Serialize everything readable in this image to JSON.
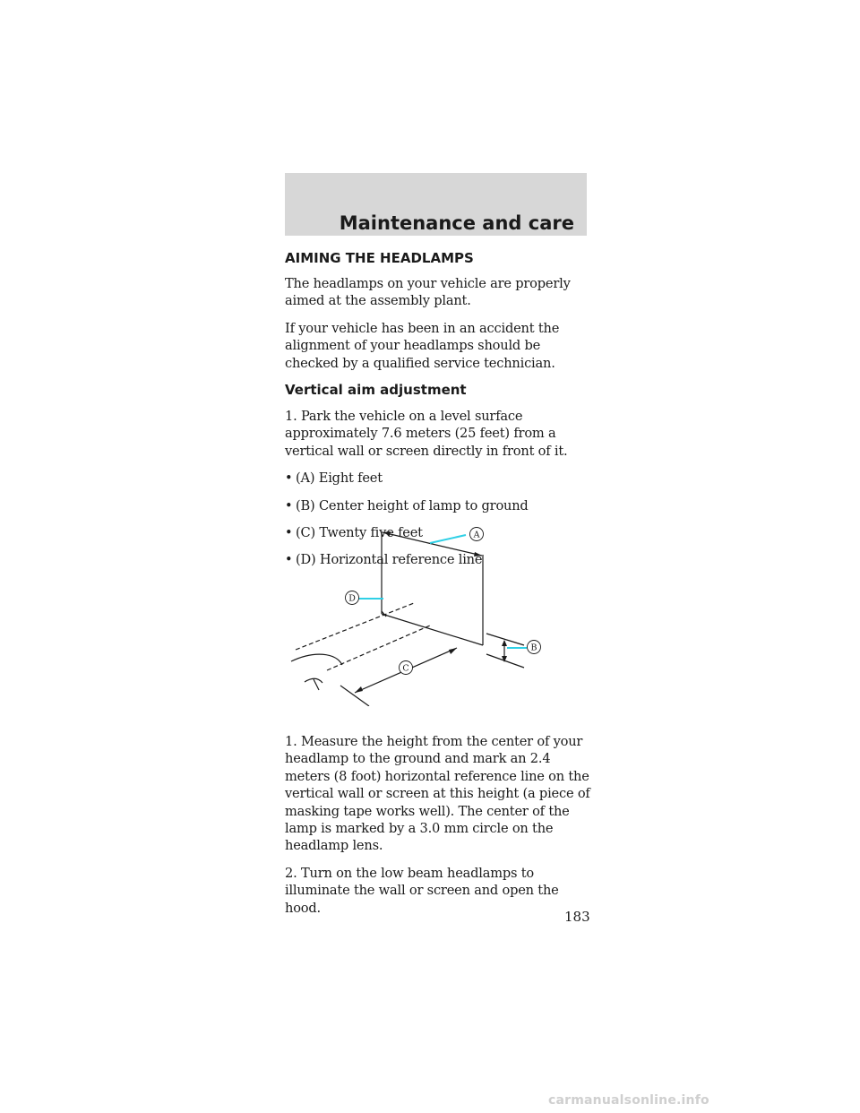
{
  "header": {
    "title": "Maintenance and care"
  },
  "section": {
    "title": "AIMING THE HEADLAMPS",
    "intro": [
      "The headlamps on your vehicle are properly aimed at the assembly plant.",
      "If your vehicle has been in an accident the alignment of your headlamps should be checked by a qualified service technician."
    ],
    "subsection_title": "Vertical aim adjustment",
    "step_park": "1. Park the vehicle on a level surface approximately 7.6 meters (25 feet) from a vertical wall or screen directly in front of it.",
    "bullets": [
      "(A) Eight feet",
      "(B) Center height of lamp to ground",
      "(C) Twenty five feet",
      "(D) Horizontal reference line"
    ],
    "steps_after": [
      "1. Measure the height from the center of your headlamp to the ground and mark an 2.4 meters (8 foot) horizontal reference line on the vertical wall or screen at this height (a piece of masking tape works well). The center of the lamp is marked by a 3.0 mm circle on the headlamp lens.",
      "2. Turn on the low beam headlamps to illuminate the wall or screen and open the hood."
    ]
  },
  "diagram": {
    "labels": {
      "a": "A",
      "b": "B",
      "c": "C",
      "d": "D"
    },
    "leader_color": "#2fd0e6",
    "line_color": "#1a1a1a"
  },
  "page_number": "183",
  "watermark": "carmanualsonline.info"
}
